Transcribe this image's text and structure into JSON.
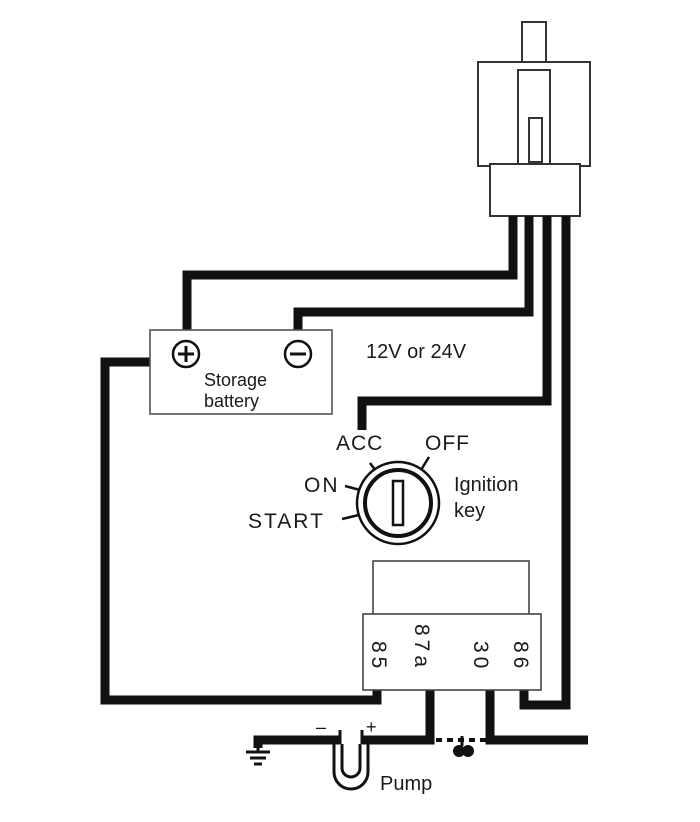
{
  "diagram": {
    "battery": {
      "line1": "Storage",
      "line2": "battery",
      "plus_symbol": "⊕",
      "minus_symbol": "⊖"
    },
    "voltage_label": "12V or 24V",
    "switch": {
      "acc": "ACC",
      "off": "OFF",
      "on": "ON",
      "start": "START",
      "title_line1": "Ignition",
      "title_line2": "key"
    },
    "relay": {
      "pins": [
        "85",
        "87a",
        "30",
        "86"
      ]
    },
    "pump": {
      "label": "Pump",
      "minus": "–",
      "plus": "+"
    },
    "colors": {
      "wire": "#111111",
      "outline": "#333333",
      "background": "#ffffff"
    }
  }
}
